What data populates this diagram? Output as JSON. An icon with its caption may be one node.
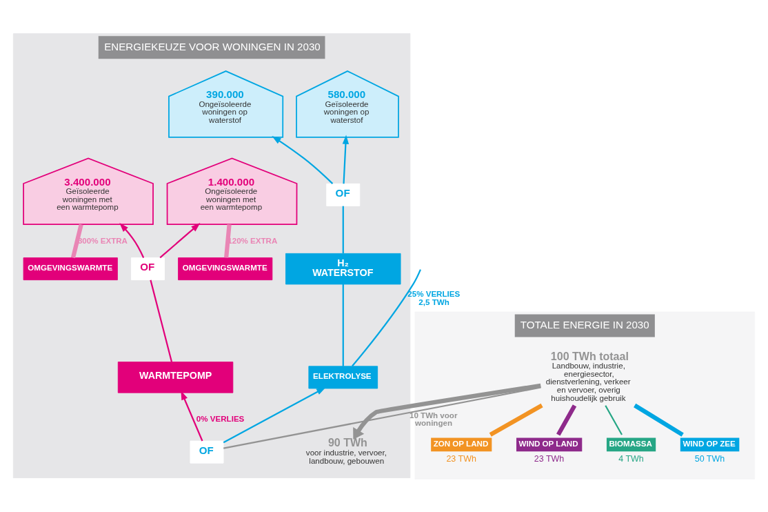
{
  "diagram": {
    "nodes": [
      {
        "text": [
          "ENERGIEKEUZE VOOR WONINGEN IN 2030"
        ]
      },
      {
        "text": [
          "390.000",
          "Ongeïsoleerde woningen op waterstof"
        ],
        "in": 0
      },
      {
        "text": [
          "580.000",
          "Geïsoleerde woningen op waterstof"
        ],
        "in": 0
      },
      {
        "text": [
          "1.400.000",
          "Ongeïsoleerde woningen met een warmtepomp"
        ],
        "in": 0
      },
      {
        "text": [
          "3.400.000",
          "Geïsoleerde woningen met een warmtepomp"
        ],
        "in": 0
      },
      {
        "text": [
          "OF"
        ],
        "in": 0
      },
      {
        "text": [
          "OMGEVINGSWARMTE"
        ],
        "in": 0
      },
      {
        "text": [
          "OF"
        ],
        "in": 0
      },
      {
        "text": [
          "OMGEVINGSWARMTE"
        ],
        "in": 0
      },
      {
        "text": [
          "H₂",
          "WATERSTOF"
        ],
        "in": 0
      },
      {
        "text": [
          "WARMTEPOMP"
        ],
        "in": 0
      },
      {
        "text": [
          "ELEKTROLYSE"
        ],
        "in": 0
      },
      {
        "text": [
          "90 TWh",
          "voor industrie, vervoer, landbouw, gebouwen"
        ],
        "in": 0
      },
      {
        "text": [
          "OF"
        ],
        "in": 0
      },
      {
        "text": [
          "TOTALE ENERGIE IN 2030"
        ]
      },
      {
        "text": [
          "WIND OP ZEE",
          "50 TWh"
        ],
        "in": 14
      },
      {
        "text": [
          "BIOMASSA",
          "4 TWh"
        ],
        "in": 14
      },
      {
        "text": [
          "WIND OP LAND",
          "23 TWh"
        ],
        "in": 14
      },
      {
        "text": [
          "ZON OP LAND",
          "23 TWh"
        ],
        "in": 14
      },
      {
        "text": [
          "100 TWh totaal",
          "Landbouw, industrie, energiesector, dienstverlening, verkeer en vervoer, overig huishoudelijk gebruik"
        ],
        "in": 14
      }
    ],
    "edges": [
      {
        "from": 15,
        "to": 19,
        "arrow": "none",
        "style": "thick"
      },
      {
        "from": 17,
        "to": 19,
        "arrow": "none",
        "style": "thick",
        "color": "#8e2a8b"
      },
      {
        "from": 18,
        "to": 19,
        "arrow": "none",
        "style": "thick",
        "color": "#f29323"
      },
      {
        "from": 16,
        "to": 19,
        "arrow": "none",
        "color": "#26a685"
      },
      {
        "from": 19,
        "to": 12,
        "arrow": "to",
        "style": "thick",
        "color": "#939393"
      },
      {
        "from": 19,
        "to": 13,
        "arrow": "none",
        "label": "10 TWh voor woningen",
        "color": "#939393"
      },
      {
        "from": 13,
        "to": 11,
        "arrow": "to"
      },
      {
        "from": 13,
        "to": 10,
        "arrow": "to",
        "label": "0% VERLIES",
        "color": "#e2007a"
      },
      {
        "from": 11,
        "to": null,
        "arrow": "none",
        "label": "25% VERLIES 2,5 TWh"
      },
      {
        "from": 11,
        "to": 9,
        "arrow": "none"
      },
      {
        "from": 9,
        "to": 5,
        "arrow": "none"
      },
      {
        "from": 5,
        "to": 1,
        "arrow": "to"
      },
      {
        "from": 5,
        "to": 2,
        "arrow": "to"
      },
      {
        "from": 10,
        "to": 7,
        "arrow": "none",
        "color": "#e2007a"
      },
      {
        "from": 7,
        "to": 3,
        "arrow": "to",
        "color": "#e2007a"
      },
      {
        "from": 7,
        "to": 4,
        "arrow": "to",
        "color": "#e2007a"
      },
      {
        "from": 6,
        "to": 3,
        "arrow": "none",
        "style": "thick",
        "label": "120% EXTRA",
        "color": "#e986b5"
      },
      {
        "from": 8,
        "to": 4,
        "arrow": "none",
        "style": "thick",
        "label": "300% EXTRA",
        "color": "#e986b5"
      }
    ]
  }
}
